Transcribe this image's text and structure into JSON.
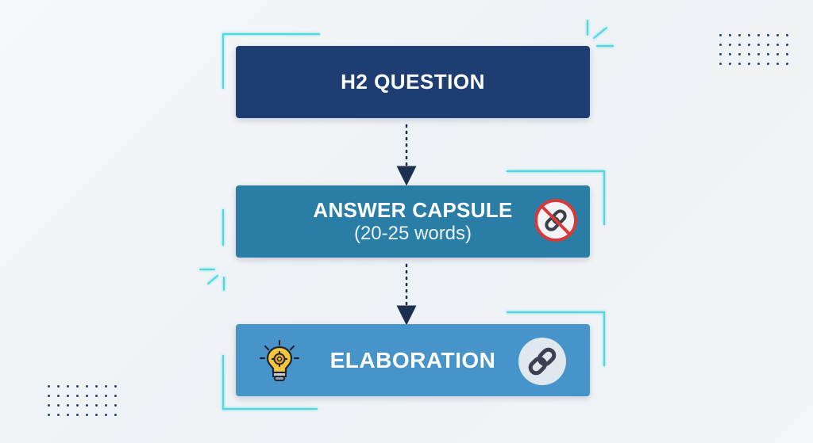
{
  "diagram": {
    "question": {
      "title": "H2 QUESTION"
    },
    "answer": {
      "title": "ANSWER CAPSULE",
      "subtitle": "(20-25 words)",
      "icon": "no-link-icon"
    },
    "elaboration": {
      "title": "ELABORATION",
      "left_icon": "lightbulb-gear-icon",
      "right_icon": "link-icon"
    }
  },
  "colors": {
    "question_fill": "#1e3d72",
    "answer_fill": "#2a7ea5",
    "elaboration_fill": "#4694c9",
    "accent_glow": "#4fd8e0",
    "arrow": "#1e3050"
  }
}
